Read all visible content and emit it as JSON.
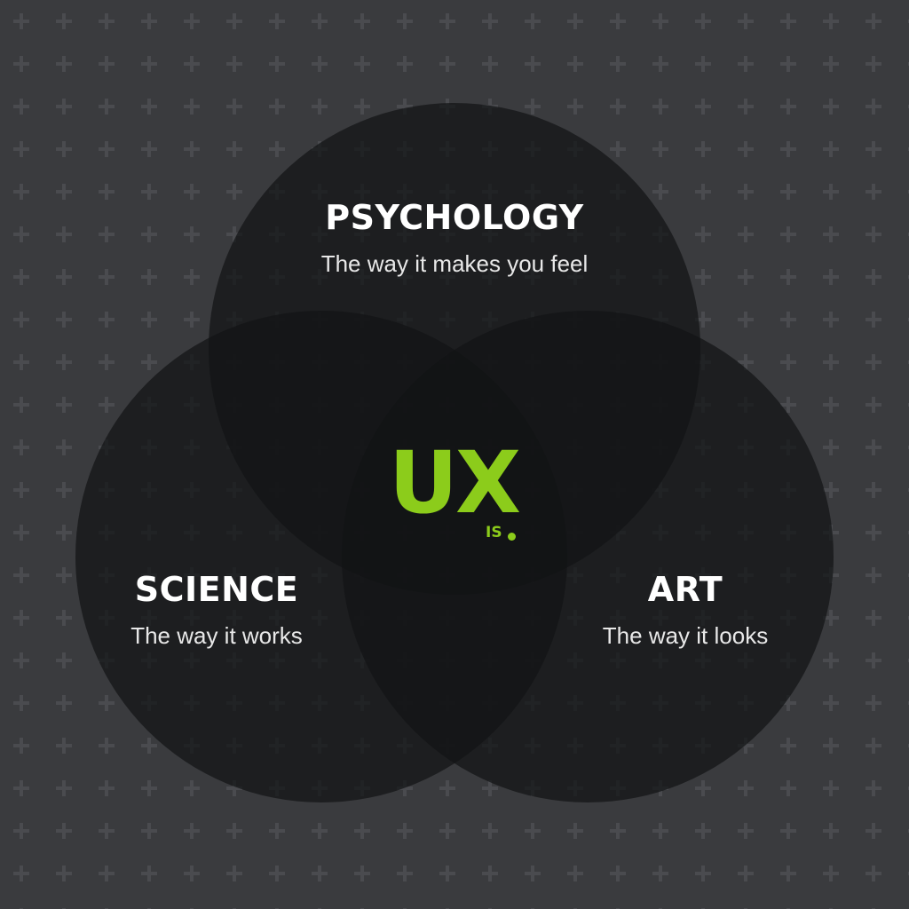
{
  "colors": {
    "background": "#3a3b3e",
    "pattern": "#4a4b4f",
    "circle_fill": "#121415",
    "title_text": "#ffffff",
    "subtitle_text": "#e8e8e8",
    "accent": "#8ccc1b"
  },
  "diagram": {
    "type": "venn-3",
    "center": {
      "title": "UX",
      "suffix": "IS"
    },
    "circles": [
      {
        "id": "psychology",
        "title": "PSYCHOLOGY",
        "subtitle": "The way it makes you feel"
      },
      {
        "id": "science",
        "title": "SCIENCE",
        "subtitle": "The way it works"
      },
      {
        "id": "art",
        "title": "ART",
        "subtitle": "The way it looks"
      }
    ]
  }
}
